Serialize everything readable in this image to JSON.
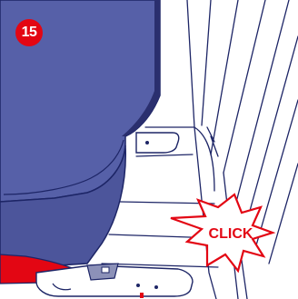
{
  "step": {
    "number": "15",
    "badge_color": "#e30613"
  },
  "callout": {
    "text": "CLICK",
    "color": "#e30613",
    "shape": "starburst"
  },
  "colors": {
    "seat_fabric": "#5660a8",
    "seat_shadow": "#2a2f6e",
    "outline": "#1d2566",
    "accent_red": "#e30613",
    "base_grey": "#8c91b8",
    "background": "#ffffff"
  },
  "icons": {
    "step_badge": "numbered-circle",
    "callout": "click-starburst"
  }
}
